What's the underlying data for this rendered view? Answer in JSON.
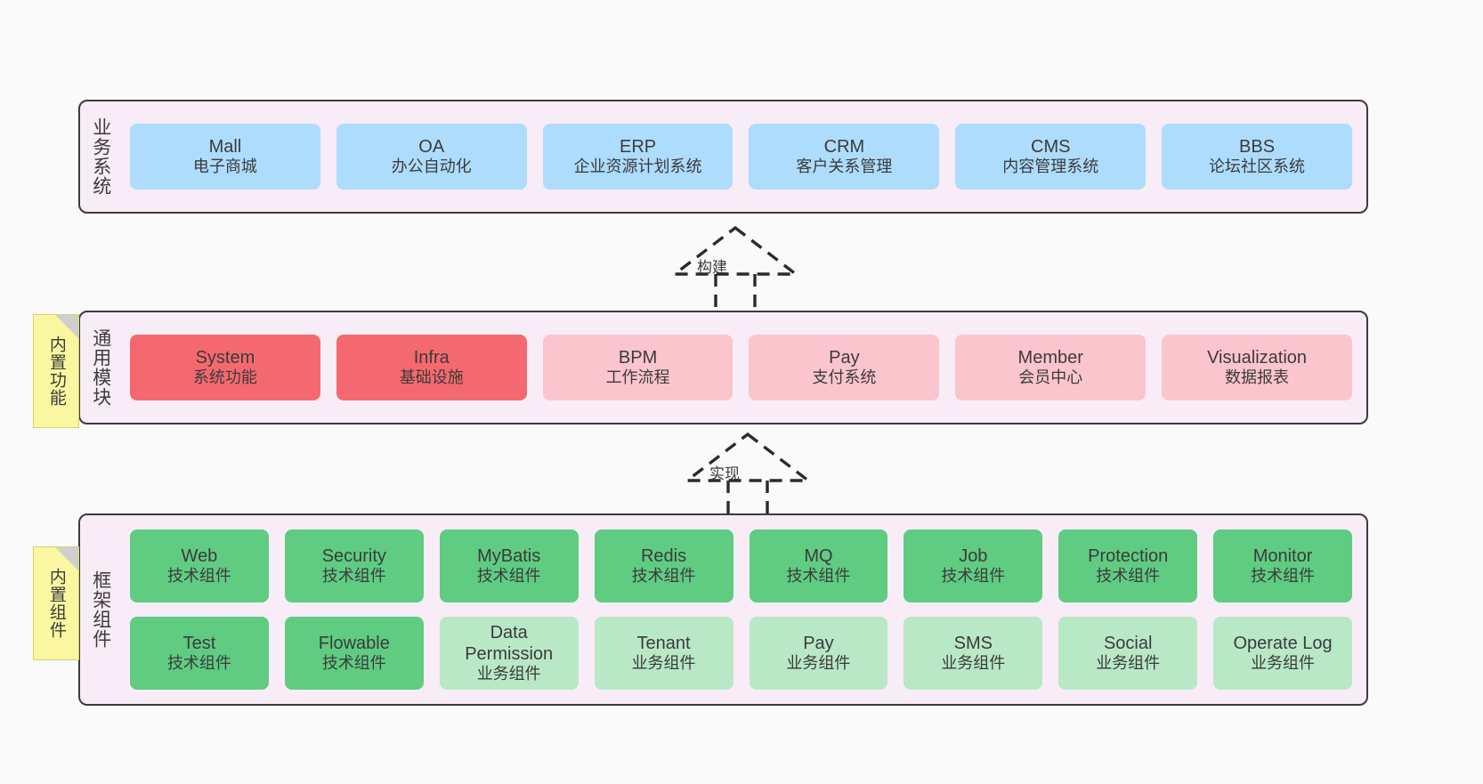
{
  "diagram": {
    "background_color": "#fafafa",
    "layer_bg_color": "#f8ecf6",
    "note_color": "#fbf7a0",
    "colors": {
      "blue": "#aedcfd",
      "red": "#f4696f",
      "pink": "#fbc5cd",
      "green": "#5fcc82",
      "light_green": "#b9e8c6",
      "border": "#3b3b3b"
    }
  },
  "layers": {
    "business": {
      "title": "业务系统",
      "cards": [
        {
          "en": "Mall",
          "cn": "电子商城"
        },
        {
          "en": "OA",
          "cn": "办公自动化"
        },
        {
          "en": "ERP",
          "cn": "企业资源计划系统"
        },
        {
          "en": "CRM",
          "cn": "客户关系管理"
        },
        {
          "en": "CMS",
          "cn": "内容管理系统"
        },
        {
          "en": "BBS",
          "cn": "论坛社区系统"
        }
      ]
    },
    "modules": {
      "title": "通用模块",
      "note": "内置功能",
      "cards": [
        {
          "en": "System",
          "cn": "系统功能"
        },
        {
          "en": "Infra",
          "cn": "基础设施"
        },
        {
          "en": "BPM",
          "cn": "工作流程"
        },
        {
          "en": "Pay",
          "cn": "支付系统"
        },
        {
          "en": "Member",
          "cn": "会员中心"
        },
        {
          "en": "Visualization",
          "cn": "数据报表"
        }
      ]
    },
    "framework": {
      "title": "框架组件",
      "note": "内置组件",
      "row1": [
        {
          "en": "Web",
          "cn": "技术组件"
        },
        {
          "en": "Security",
          "cn": "技术组件"
        },
        {
          "en": "MyBatis",
          "cn": "技术组件"
        },
        {
          "en": "Redis",
          "cn": "技术组件"
        },
        {
          "en": "MQ",
          "cn": "技术组件"
        },
        {
          "en": "Job",
          "cn": "技术组件"
        },
        {
          "en": "Protection",
          "cn": "技术组件"
        },
        {
          "en": "Monitor",
          "cn": "技术组件"
        }
      ],
      "row2": [
        {
          "en": "Test",
          "cn": "技术组件"
        },
        {
          "en": "Flowable",
          "cn": "技术组件"
        },
        {
          "en": "Data Permission",
          "cn": "业务组件"
        },
        {
          "en": "Tenant",
          "cn": "业务组件"
        },
        {
          "en": "Pay",
          "cn": "业务组件"
        },
        {
          "en": "SMS",
          "cn": "业务组件"
        },
        {
          "en": "Social",
          "cn": "业务组件"
        },
        {
          "en": "Operate Log",
          "cn": "业务组件"
        }
      ]
    }
  },
  "connectors": [
    {
      "label": "构建",
      "direction": "up",
      "style": "dashed-hollow-arrow"
    },
    {
      "label": "实现",
      "direction": "up",
      "style": "dashed-hollow-arrow"
    }
  ]
}
